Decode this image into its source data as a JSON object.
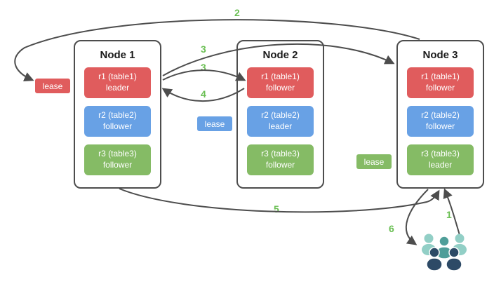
{
  "nodes": [
    {
      "title": "Node 1",
      "replicas": [
        {
          "name": "r1 (table1)",
          "role": "leader",
          "color_key": "red"
        },
        {
          "name": "r2 (table2)",
          "role": "follower",
          "color_key": "blue"
        },
        {
          "name": "r3 (table3)",
          "role": "follower",
          "color_key": "green"
        }
      ]
    },
    {
      "title": "Node 2",
      "replicas": [
        {
          "name": "r1 (table1)",
          "role": "follower",
          "color_key": "red"
        },
        {
          "name": "r2 (table2)",
          "role": "leader",
          "color_key": "blue"
        },
        {
          "name": "r3 (table3)",
          "role": "follower",
          "color_key": "green"
        }
      ]
    },
    {
      "title": "Node 3",
      "replicas": [
        {
          "name": "r1 (table1)",
          "role": "follower",
          "color_key": "red"
        },
        {
          "name": "r2 (table2)",
          "role": "follower",
          "color_key": "blue"
        },
        {
          "name": "r3 (table3)",
          "role": "leader",
          "color_key": "green"
        }
      ]
    }
  ],
  "leases": [
    {
      "label": "lease",
      "color_key": "red"
    },
    {
      "label": "lease",
      "color_key": "blue"
    },
    {
      "label": "lease",
      "color_key": "green"
    }
  ],
  "steps": {
    "s1": "1",
    "s2": "2",
    "s3a": "3",
    "s3b": "3",
    "s4": "4",
    "s5": "5",
    "s6": "6"
  },
  "icons": {
    "clients": "users-group-icon"
  },
  "colors": {
    "red": "#e05c5d",
    "blue": "#68a1e5",
    "green": "#85bb65",
    "step_green": "#6abf53",
    "arrow_gray": "#4d4d4d",
    "node_border": "#4d4d4d",
    "user_light_teal": "#92cfc6",
    "user_teal": "#4f9e99",
    "user_navy": "#2d4a66"
  }
}
